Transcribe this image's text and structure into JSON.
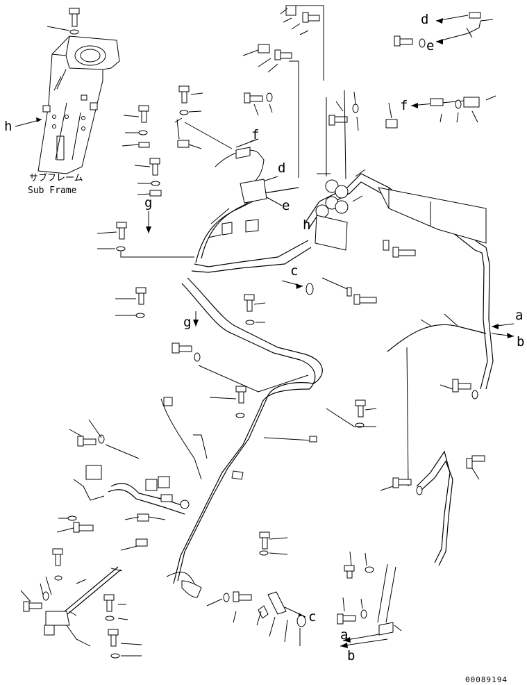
{
  "callouts": {
    "a": "a",
    "b": "b",
    "c": "c",
    "d": "d",
    "e": "e",
    "f": "f",
    "g": "g",
    "h": "h"
  },
  "subframe": {
    "label_jp": "サブフレーム",
    "label_en": "Sub Frame"
  },
  "drawing_number": "00089194"
}
